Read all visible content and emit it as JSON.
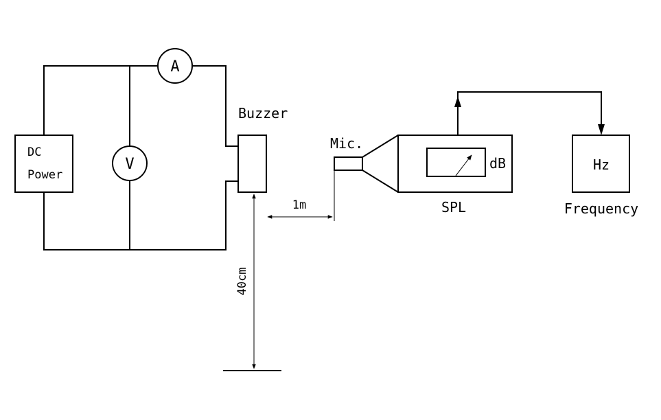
{
  "power": {
    "line1": "DC",
    "line2": "Power"
  },
  "ammeter": {
    "symbol": "A"
  },
  "voltmeter": {
    "symbol": "V"
  },
  "buzzer": {
    "label": "Buzzer"
  },
  "mic": {
    "label": "Mic."
  },
  "spl": {
    "unit": "dB",
    "label": "SPL"
  },
  "frequency": {
    "unit": "Hz",
    "label": "Frequency"
  },
  "dimensions": {
    "horizontal": "1m",
    "vertical": "40cm"
  }
}
